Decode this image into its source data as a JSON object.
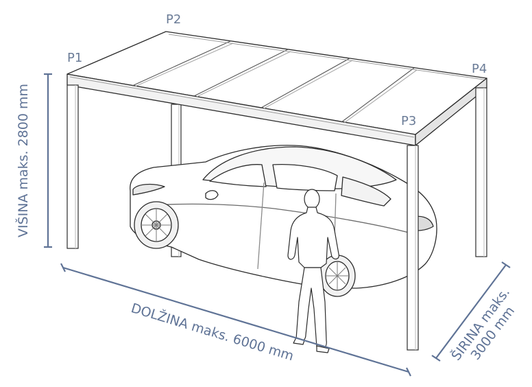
{
  "colors": {
    "label": "#6b7c97",
    "dimension": "#5f7396",
    "line": "#2b2b2b",
    "fill": "#ffffff",
    "shade": "#ececec"
  },
  "corner_labels": {
    "p1": "P1",
    "p2": "P2",
    "p3": "P3",
    "p4": "P4"
  },
  "dimensions": {
    "height": "VIŠINA maks. 2800 mm",
    "length": "DOLŽINA maks. 6000 mm",
    "width_line1": "ŠIRINA maks.",
    "width_line2": "3000 mm"
  },
  "illustration": {
    "subject": "carport",
    "roof_panels": 5,
    "posts": 4,
    "contains": [
      "car-icon",
      "person-icon"
    ]
  }
}
